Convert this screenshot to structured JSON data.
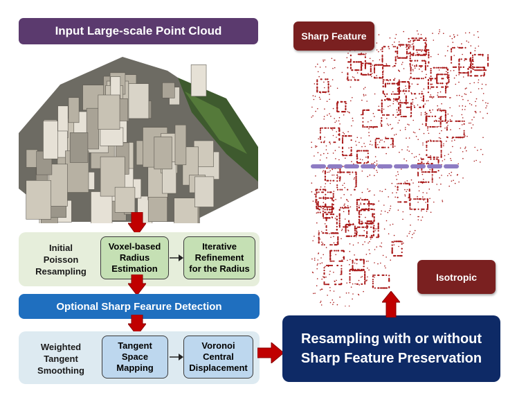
{
  "title": "Input Large-scale Point Cloud",
  "stage1": {
    "label": "Initial\nPoisson\nResampling",
    "box1": "Voxel-based\nRadius\nEstimation",
    "box2": "Iterative\nRefinement\nfor the Radius"
  },
  "sharp_detection": "Optional Sharp Fearure Detection",
  "stage2": {
    "label": "Weighted\nTangent\nSmoothing",
    "box1": "Tangent\nSpace\nMapping",
    "box2": "Voronoi\nCentral\nDisplacement"
  },
  "result": "Resampling with or without\nSharp Feature Preservation",
  "tags": {
    "sharp": "Sharp Feature",
    "isotropic": "Isotropic"
  },
  "colors": {
    "title_bg": "#5b3a6e",
    "arrow": "#c00000",
    "sharp_bar": "#1f6fbf",
    "result_bg": "#0e2a66",
    "tag_bg": "#7a2020",
    "points": "#a81818",
    "divider": "#8e7cc3"
  }
}
